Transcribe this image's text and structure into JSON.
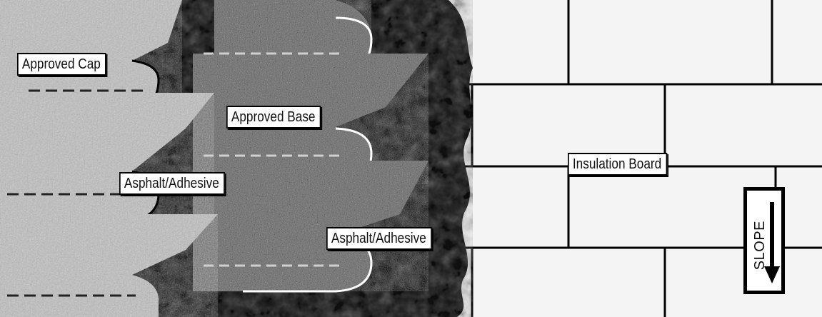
{
  "labels": {
    "approved_cap": "Approved Cap",
    "approved_base": "Approved Base",
    "asphalt_adhesive_1": "Asphalt/Adhesive",
    "asphalt_adhesive_2": "Asphalt/Adhesive",
    "insulation_board": "Insulation Board",
    "slope": "SLOPE"
  },
  "colors": {
    "cap_layer": "#b9b9b9",
    "base_layer": "#6e6e6e",
    "asphalt_layer": "#141414",
    "insulation_board": "#f4f4f4",
    "outline": "#000000"
  },
  "icons": {
    "slope_arrow": "arrow-down-icon"
  }
}
